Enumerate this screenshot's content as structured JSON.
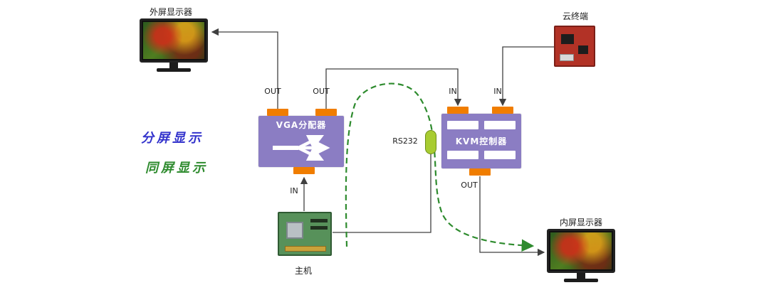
{
  "diagram": {
    "labels": {
      "external_monitor": "外屏显示器",
      "cloud_terminal": "云终端",
      "vga_splitter": "VGA分配器",
      "kvm_controller": "KVM控制器",
      "host": "主机",
      "internal_monitor": "内屏显示器",
      "rs232": "RS232",
      "split_screen_mode": "分屏显示",
      "same_screen_mode": "同屏显示"
    },
    "ports": {
      "vga_out_left": "OUT",
      "vga_out_right": "OUT",
      "vga_in": "IN",
      "kvm_in_left": "IN",
      "kvm_in_right": "IN",
      "kvm_out": "OUT"
    },
    "colors": {
      "box_purple": "#8b7dc3",
      "connector_orange": "#f07d00",
      "rs232_green": "#a8cc32",
      "split_text_blue": "#3333cc",
      "same_text_green": "#2e8b2e",
      "line": "#404040"
    }
  }
}
